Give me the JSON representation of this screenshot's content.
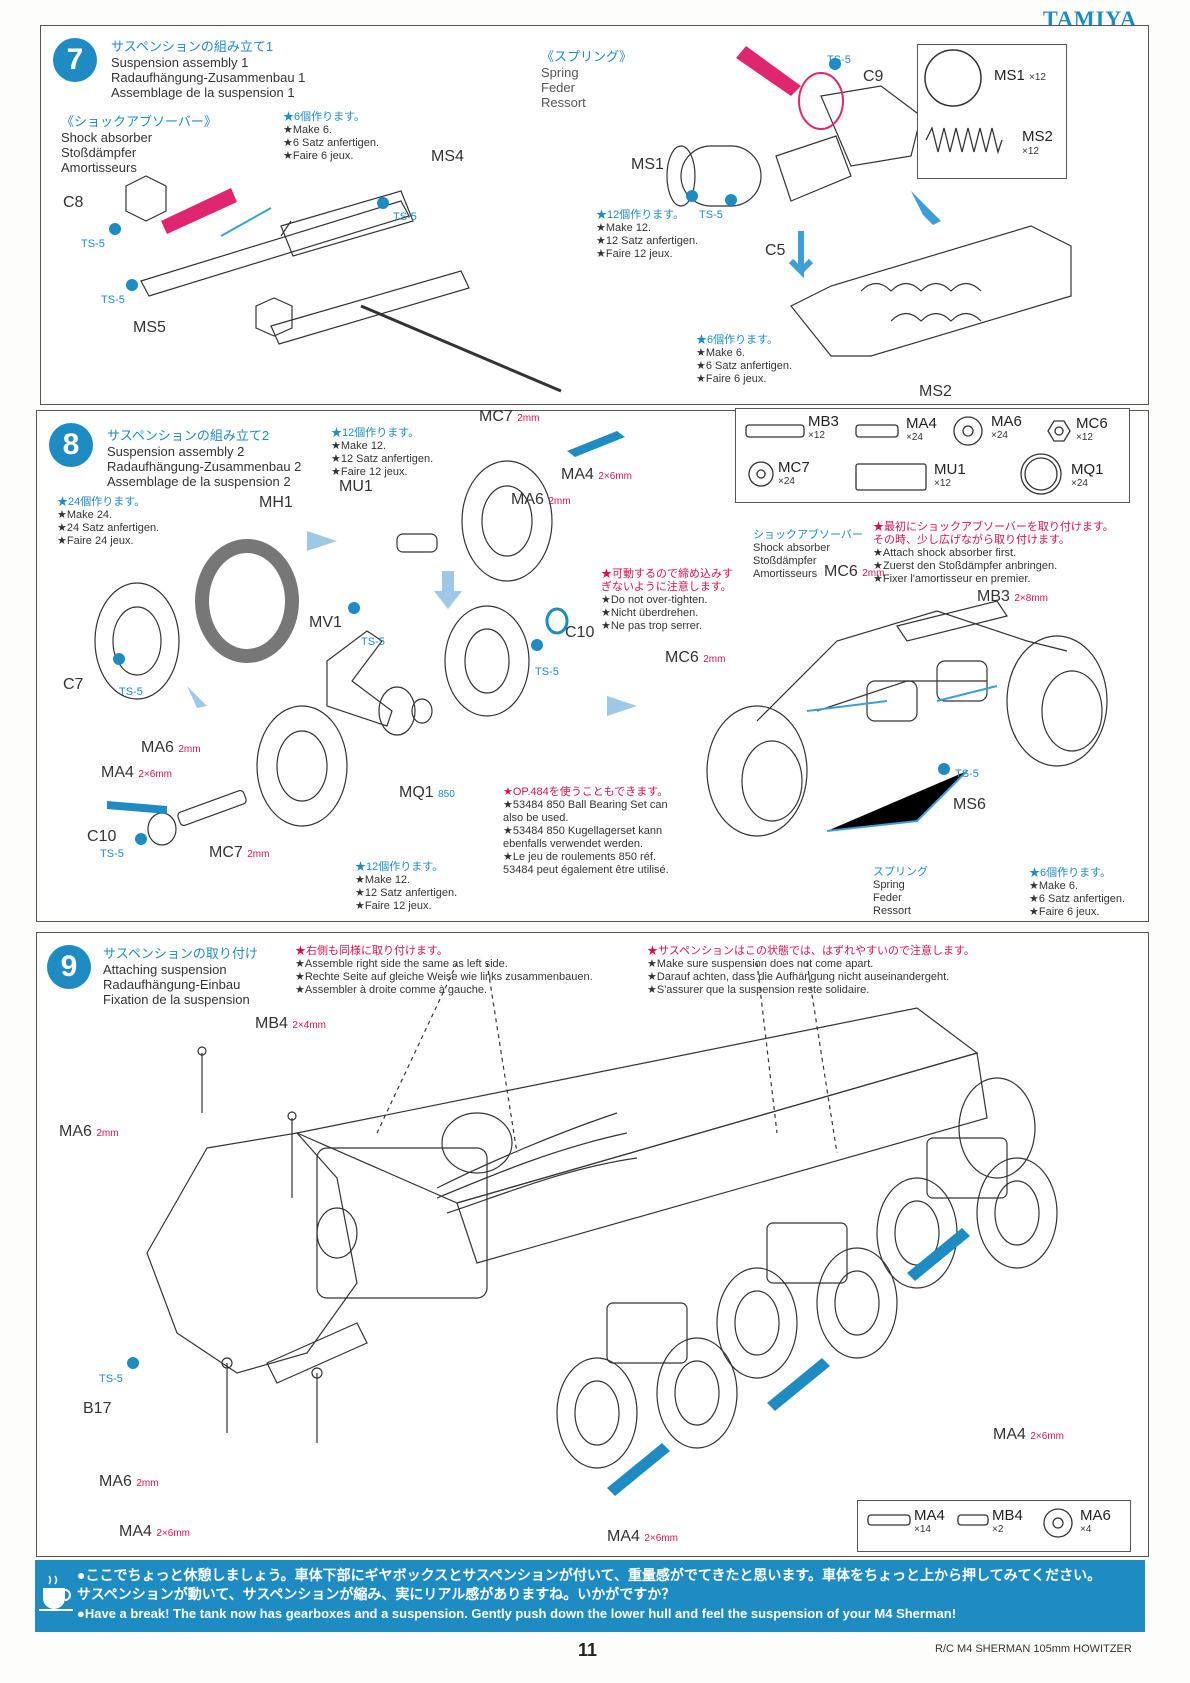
{
  "header": {
    "brand": "TAMIYA"
  },
  "step7": {
    "number": "7",
    "title": {
      "jp": "サスペンションの組み立て1",
      "en": "Suspension assembly 1",
      "de": "Radaufhängung-Zusammenbau 1",
      "fr": "Assemblage de la suspension 1"
    },
    "shock_absorber": {
      "jp": "《ショックアブソーバー》",
      "en": "Shock absorber",
      "de": "Stoßdämpfer",
      "fr": "Amortisseurs"
    },
    "make6": {
      "jp": "★6個作ります。",
      "en": "★Make 6.",
      "de": "★6 Satz anfertigen.",
      "fr": "★Faire 6 jeux."
    },
    "spring": {
      "jp": "《スプリング》",
      "en": "Spring",
      "de": "Feder",
      "fr": "Ressort"
    },
    "make12": {
      "jp": "★12個作ります。",
      "en": "★Make 12.",
      "de": "★12 Satz anfertigen.",
      "fr": "★Faire 12 jeux."
    },
    "make6b": {
      "jp": "★6個作ります。",
      "en": "★Make 6.",
      "de": "★6 Satz anfertigen.",
      "fr": "★Faire 6 jeux."
    },
    "labels": {
      "ms4": "MS4",
      "c8": "C8",
      "ms5": "MS5",
      "ms1": "MS1",
      "c9": "C9",
      "c5": "C5",
      "ms2": "MS2",
      "ts5": "TS-5"
    },
    "parts": [
      {
        "name": "MS1",
        "qty": "×12"
      },
      {
        "name": "MS2",
        "qty": "×12"
      }
    ]
  },
  "step8": {
    "number": "8",
    "title": {
      "jp": "サスペンションの組み立て2",
      "en": "Suspension assembly 2",
      "de": "Radaufhängung-Zusammenbau 2",
      "fr": "Assemblage de la suspension 2"
    },
    "make12": {
      "jp": "★12個作ります。",
      "en": "★Make 12.",
      "de": "★12 Satz anfertigen.",
      "fr": "★Faire 12 jeux."
    },
    "make24": {
      "jp": "★24個作ります。",
      "en": "★Make 24.",
      "de": "★24 Satz anfertigen.",
      "fr": "★Faire 24 jeux."
    },
    "overtight": {
      "jp1": "★可動するので締め込みす",
      "jp2": "ぎないように注意します。",
      "en": "★Do not over-tighten.",
      "de": "★Nicht überdrehen.",
      "fr": "★Ne pas trop serrer."
    },
    "shock_first": {
      "jp1": "★最初にショックアブソーバーを取り付けます。",
      "jp2": "その時、少し広げながら取り付けます。",
      "en": "★Attach shock absorber first.",
      "de": "★Zuerst den Stoßdämpfer anbringen.",
      "fr": "★Fixer l'amortisseur en premier."
    },
    "shock_label": {
      "jp": "ショックアブソーバー",
      "en": "Shock absorber",
      "de": "Stoßdämpfer",
      "fr": "Amortisseurs"
    },
    "op484": {
      "jp": "★OP.484を使うこともできます。",
      "en1": "★53484 850 Ball Bearing Set can",
      "en2": "also be used.",
      "de1": "★53484 850 Kugellagerset kann",
      "de2": "ebenfalls verwendet werden.",
      "fr1": "★Le jeu de roulements 850 réf.",
      "fr2": "53484 peut également être utilisé."
    },
    "spring_label": {
      "jp": "スプリング",
      "en": "Spring",
      "de": "Feder",
      "fr": "Ressort"
    },
    "make12b": {
      "jp": "★12個作ります。",
      "en": "★Make 12.",
      "de": "★12 Satz anfertigen.",
      "fr": "★Faire 12 jeux."
    },
    "make6": {
      "jp": "★6個作ります。",
      "en": "★Make 6.",
      "de": "★6 Satz anfertigen.",
      "fr": "★Faire 6 jeux."
    },
    "labels": {
      "mc7": "MC7",
      "mc7_size": "2mm",
      "ma4": "MA4",
      "ma4_size": "2×6mm",
      "ma6": "MA6",
      "ma6_size": "2mm",
      "mu1": "MU1",
      "mh1": "MH1",
      "mv1": "MV1",
      "c10": "C10",
      "c7": "C7",
      "mq1": "MQ1",
      "mq1_size": "850",
      "mc6": "MC6",
      "mc6_size": "2mm",
      "mb3": "MB3",
      "mb3_size": "2×8mm",
      "ms6": "MS6",
      "ts5": "TS-5"
    },
    "parts": [
      {
        "name": "MB3",
        "qty": "×12"
      },
      {
        "name": "MA4",
        "qty": "×24"
      },
      {
        "name": "MA6",
        "qty": "×24"
      },
      {
        "name": "MC6",
        "qty": "×12"
      },
      {
        "name": "MC7",
        "qty": "×24"
      },
      {
        "name": "MU1",
        "qty": "×12"
      },
      {
        "name": "MQ1",
        "qty": "×24"
      }
    ]
  },
  "step9": {
    "number": "9",
    "title": {
      "jp": "サスペンションの取り付け",
      "en": "Attaching suspension",
      "de": "Radaufhängung-Einbau",
      "fr": "Fixation de la suspension"
    },
    "right_side": {
      "jp": "★右側も同様に取り付けます。",
      "en": "★Assemble right side the same as left side.",
      "de": "★Rechte Seite auf gleiche Weise wie links zusammenbauen.",
      "fr": "★Assembler à droite comme à gauche."
    },
    "care": {
      "jp": "★サスペンションはこの状態では、はずれやすいので注意します。",
      "en": "★Make sure suspension does not come apart.",
      "de": "★Darauf achten, dass die Aufhängung nicht auseinandergeht.",
      "fr": "★S'assurer que la suspension reste solidaire."
    },
    "labels": {
      "mb4": "MB4",
      "mb4_size": "2×4mm",
      "ma6": "MA6",
      "ma6_size": "2mm",
      "ts5": "TS-5",
      "b17": "B17",
      "ma4": "MA4",
      "ma4_size": "2×6mm"
    },
    "parts": [
      {
        "name": "MA4",
        "qty": "×14"
      },
      {
        "name": "MB4",
        "qty": "×2"
      },
      {
        "name": "MA6",
        "qty": "×4"
      }
    ]
  },
  "break_bar": {
    "jp1": "●ここでちょっと休憩しましょう。車体下部にギヤボックスとサスペンションが付いて、重量感がでてきたと思います。車体をちょっと上から押してみてください。",
    "jp2": "サスペンションが動いて、サスペンションが縮み、実にリアル感がありますね。いかがですか？",
    "en": "●Have a break! The tank now has gearboxes and a suspension. Gently push down the lower hull and feel the suspension of your M4 Sherman!"
  },
  "footer": {
    "page": "11",
    "model": "R/C M4 SHERMAN 105mm HOWITZER"
  },
  "colors": {
    "accent": "#1e8bc3",
    "warning": "#d8134c"
  }
}
